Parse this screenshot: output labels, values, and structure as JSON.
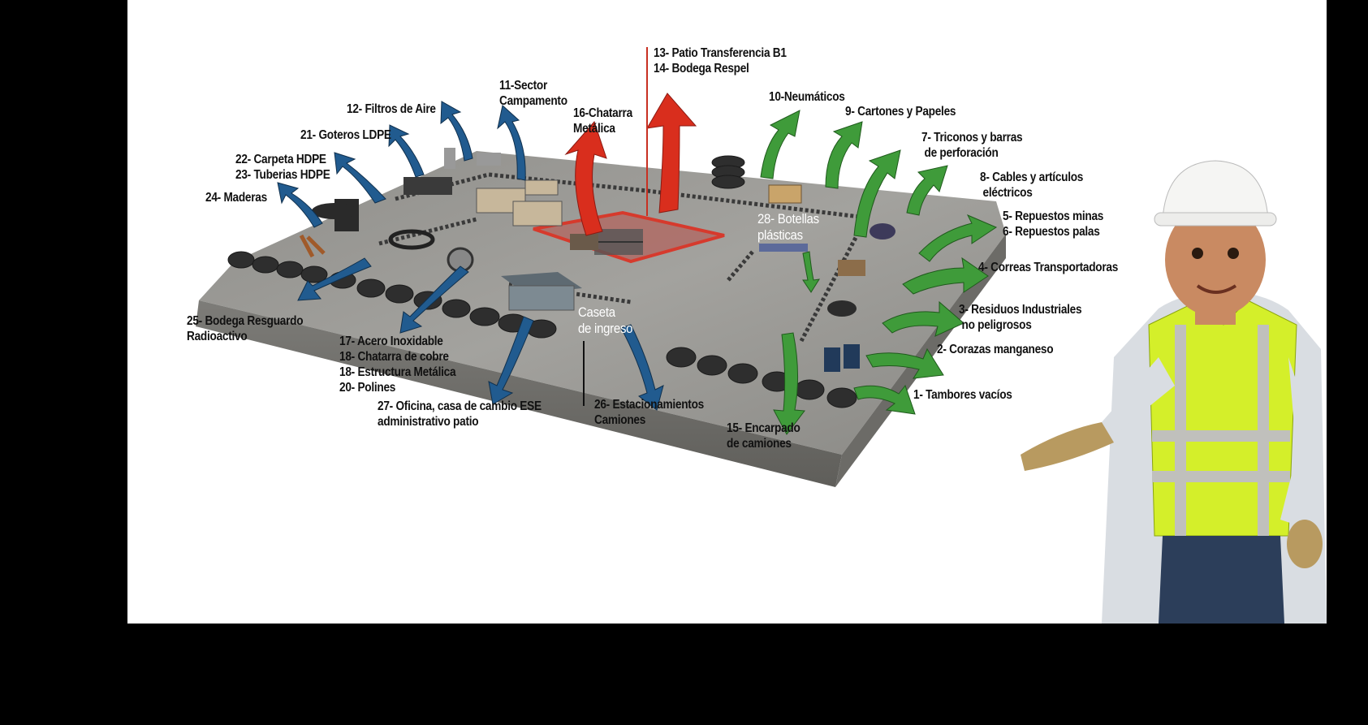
{
  "diagram": {
    "labels": {
      "l1": "1- Tambores vacíos",
      "l2": "2- Corazas manganeso",
      "l3a": "3- Residuos Industriales",
      "l3b": "no peligrosos",
      "l4": "4- Correas Transportadoras",
      "l5": "5- Repuestos minas",
      "l6": "6- Repuestos palas",
      "l7a": "7- Triconos y barras",
      "l7b": "de perforación",
      "l8a": "8- Cables y artículos",
      "l8b": "eléctricos",
      "l9": "9- Cartones y Papeles",
      "l10": "10-Neumáticos",
      "l11a": "11-Sector",
      "l11b": "Campamento",
      "l12": "12- Filtros de Aire",
      "l13": "13- Patio Transferencia B1",
      "l14": "14- Bodega Respel",
      "l15a": "15- Encarpado",
      "l15b": "de camiones",
      "l16a": "16-Chatarra",
      "l16b": "Metálica",
      "l17": "17- Acero Inoxidable",
      "l18a": "18- Chatarra de cobre",
      "l18b": "18- Estructura Metálica",
      "l20": "20- Polines",
      "l21": "21- Goteros LDPE",
      "l22": "22- Carpeta HDPE",
      "l23": "23- Tuberias HDPE",
      "l24": "24- Maderas",
      "l25a": "25- Bodega Resguardo",
      "l25b": "Radioactivo",
      "l26a": "26- Estacionamientos",
      "l26b": "Camiones",
      "l27a": "27- Oficina, casa de cambio ESE",
      "l27b": "administrativo patio",
      "l28a": "28- Botellas",
      "l28b": "plásticas",
      "caseta_a": "Caseta",
      "caseta_b": "de ingreso"
    },
    "colors": {
      "green_arrow": "#3f9b3a",
      "blue_arrow": "#215b8f",
      "red_arrow": "#d92e1d",
      "slab": "#9b9a96",
      "background": "#ffffff",
      "frame": "#000000",
      "vest": "#d4ef2a"
    }
  }
}
